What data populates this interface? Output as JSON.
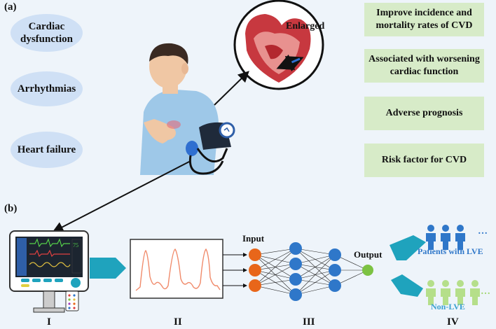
{
  "panel_a_label": "(a)",
  "panel_b_label": "(b)",
  "symptoms": [
    "Cardiac dysfunction",
    "Arrhythmias",
    "Heart failure"
  ],
  "heart_label": "Enlarged",
  "effects": [
    "Improve incidence and mortality rates of CVD",
    "Associated with worsening cardiac function",
    "Adverse prognosis",
    "Risk factor for CVD"
  ],
  "nn": {
    "input_label": "Input",
    "output_label": "Output"
  },
  "monitor": {
    "readout": "75"
  },
  "classes": {
    "positive": "Patients with LVE",
    "negative": "Non-LVE"
  },
  "stages": [
    "I",
    "II",
    "III",
    "IV"
  ],
  "colors": {
    "box_green": "#d7ebc8",
    "ellipse_blue": "#cfe0f5",
    "arrow_teal": "#1fa3bd",
    "node_orange": "#e8661a",
    "node_blue": "#2f77c9",
    "node_green": "#7cc242"
  }
}
